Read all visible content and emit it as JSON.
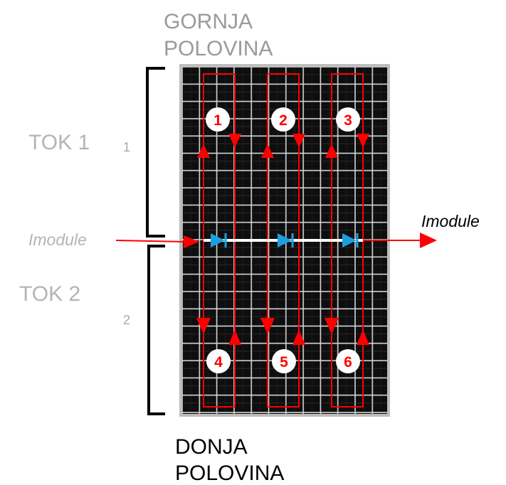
{
  "top_half_label": [
    "GORNJA",
    "POLOVINA"
  ],
  "bottom_half_label": [
    "DONJA",
    "POLOVINA"
  ],
  "flow_1": {
    "label": "TOK 1",
    "number": "1"
  },
  "flow_2": {
    "label": "TOK 2",
    "number": "2"
  },
  "current_in_label": "Imodule",
  "current_out_label": "Imodule",
  "substring_numbers": [
    "1",
    "2",
    "3",
    "4",
    "5",
    "6"
  ],
  "colors": {
    "current_path": "#ff0000",
    "diode": "#1aa0e0",
    "panel_cell": "#101010",
    "panel_frame": "#b8b8b8",
    "bracket": "#000000",
    "muted_text": "#b4b4b4"
  },
  "icons": [
    "bypass-diode-icon",
    "arrow-up-icon",
    "arrow-down-icon",
    "arrow-right-icon"
  ]
}
